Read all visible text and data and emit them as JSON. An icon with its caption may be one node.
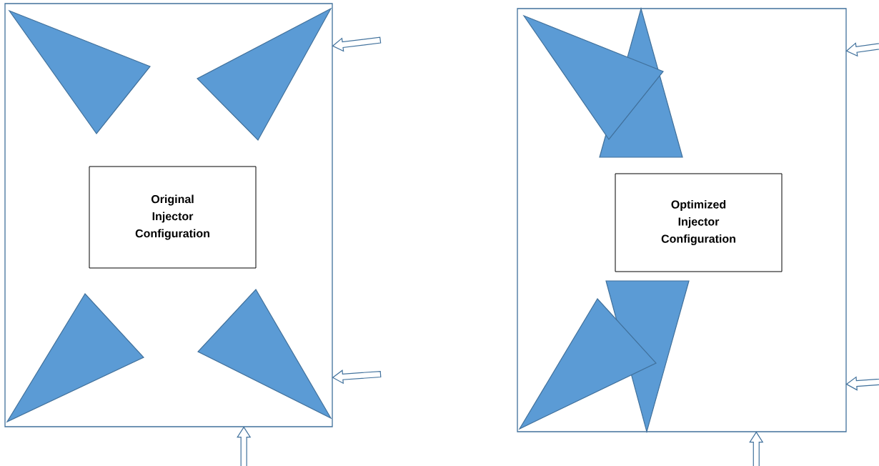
{
  "diagram": {
    "nodes": [
      {
        "text": [],
        "shape": "box"
      },
      {
        "text": [
          "Original Injector Configuration"
        ],
        "in": 0
      },
      {
        "text": [],
        "shape": "triangle",
        "in": 0
      },
      {
        "text": [],
        "shape": "triangle",
        "in": 0
      },
      {
        "text": [],
        "shape": "triangle",
        "in": 0
      },
      {
        "text": [],
        "shape": "triangle",
        "in": 0
      },
      {
        "text": [],
        "shape": "box"
      },
      {
        "text": [
          "Optimized Injector Configuration"
        ],
        "in": 6
      },
      {
        "text": [],
        "shape": "triangle",
        "in": 6
      },
      {
        "text": [],
        "shape": "triangle",
        "in": 6
      },
      {
        "text": [],
        "shape": "triangle",
        "in": 6
      },
      {
        "text": [],
        "shape": "triangle",
        "in": 6
      }
    ],
    "edges": [
      {
        "from": null,
        "to": 0,
        "arrow": "to"
      },
      {
        "from": null,
        "to": 0,
        "arrow": "to"
      },
      {
        "from": null,
        "to": 0,
        "arrow": "to"
      },
      {
        "from": null,
        "to": 6,
        "arrow": "to"
      },
      {
        "from": null,
        "to": 6,
        "arrow": "to"
      },
      {
        "from": null,
        "to": 6,
        "arrow": "to"
      }
    ]
  }
}
